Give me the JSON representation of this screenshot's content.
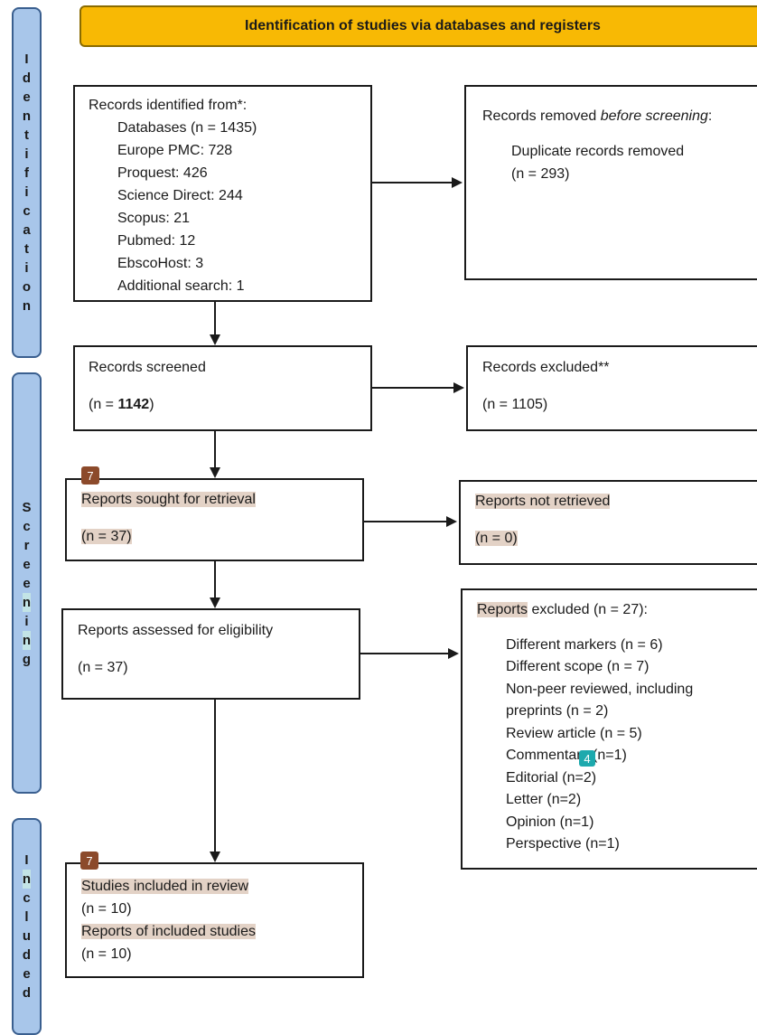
{
  "header": {
    "title": "Identification of studies via databases and registers"
  },
  "phases": {
    "identification": [
      "I",
      "d",
      "e",
      "n",
      "t",
      "i",
      "f",
      "i",
      "c",
      "a",
      "t",
      "i",
      "o",
      "n"
    ],
    "screening": [
      "S",
      "c",
      "r",
      "e",
      "e",
      "n",
      "i",
      "n",
      "g"
    ],
    "included": [
      "I",
      "n",
      "c",
      "l",
      "u",
      "d",
      "e",
      "d"
    ]
  },
  "boxes": {
    "records_identified": {
      "title": "Records identified from*:",
      "lines": [
        "Databases (n = 1435)",
        "Europe PMC: 728",
        "Proquest: 426",
        "Science Direct: 244",
        "Scopus: 21",
        "Pubmed: 12",
        "EbscoHost: 3",
        "Additional search: 1"
      ]
    },
    "records_removed": {
      "title_pre": "Records removed ",
      "title_em": "before screening",
      "title_post": ":",
      "line1": "Duplicate records removed",
      "line2": "(n = 293)"
    },
    "records_screened": {
      "title": "Records screened",
      "n_pre": "(n = ",
      "n_bold": "1142",
      "n_post": ")"
    },
    "records_excluded": {
      "title": "Records excluded**",
      "n": "(n = 1105)"
    },
    "reports_sought": {
      "title": "Reports sought for retrieval",
      "n": "(n = 37)"
    },
    "reports_not_retrieved": {
      "title": "Reports not retrieved",
      "n": "(n = 0)"
    },
    "reports_assessed": {
      "title": "Reports assessed for eligibility",
      "n": "(n = 37)"
    },
    "reports_excluded": {
      "title_word": "Reports",
      "title_rest": " excluded (n = 27):",
      "lines": [
        "Different markers (n = 6)",
        "Different scope (n = 7)",
        "Non-peer reviewed, including",
        "preprints (n = 2)",
        "Review article (n = 5)",
        "Commentary (n=1)",
        "Editorial (n=2)",
        "Letter (n=2)",
        "Opinion (n=1)",
        "Perspective (n=1)"
      ]
    },
    "studies_included": {
      "line1": "Studies included in review",
      "line2": "(n = 10)",
      "line3": "Reports of included studies",
      "line4": "(n = 10)"
    }
  },
  "badges": {
    "sought": "7",
    "included": "7",
    "commentary": "4"
  },
  "colors": {
    "header": "#f8b904",
    "phase": "#a8c6ea",
    "highlight_brown": "#e3d2c6",
    "highlight_teal": "#c3e4e6",
    "badge_brown": "#8c4a2b",
    "badge_teal": "#1da9ad"
  }
}
